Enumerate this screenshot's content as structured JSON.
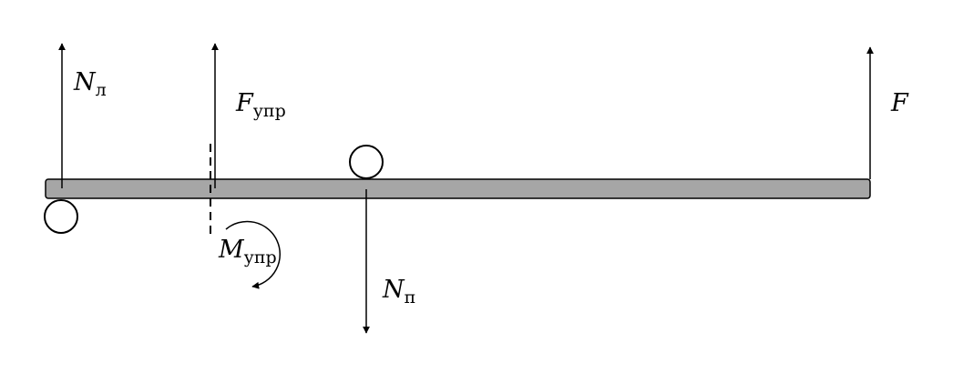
{
  "colors": {
    "beam_fill": "#a6a6a6",
    "stroke": "#000000",
    "background": "#ffffff"
  },
  "labels": {
    "n_left": {
      "main": "N",
      "sub": "л"
    },
    "f_elastic": {
      "main": "F",
      "sub": "упр"
    },
    "f_applied": {
      "main": "F",
      "sub": ""
    },
    "m_elastic": {
      "main": "M",
      "sub": "упр"
    },
    "n_right": {
      "main": "N",
      "sub": "п"
    }
  }
}
